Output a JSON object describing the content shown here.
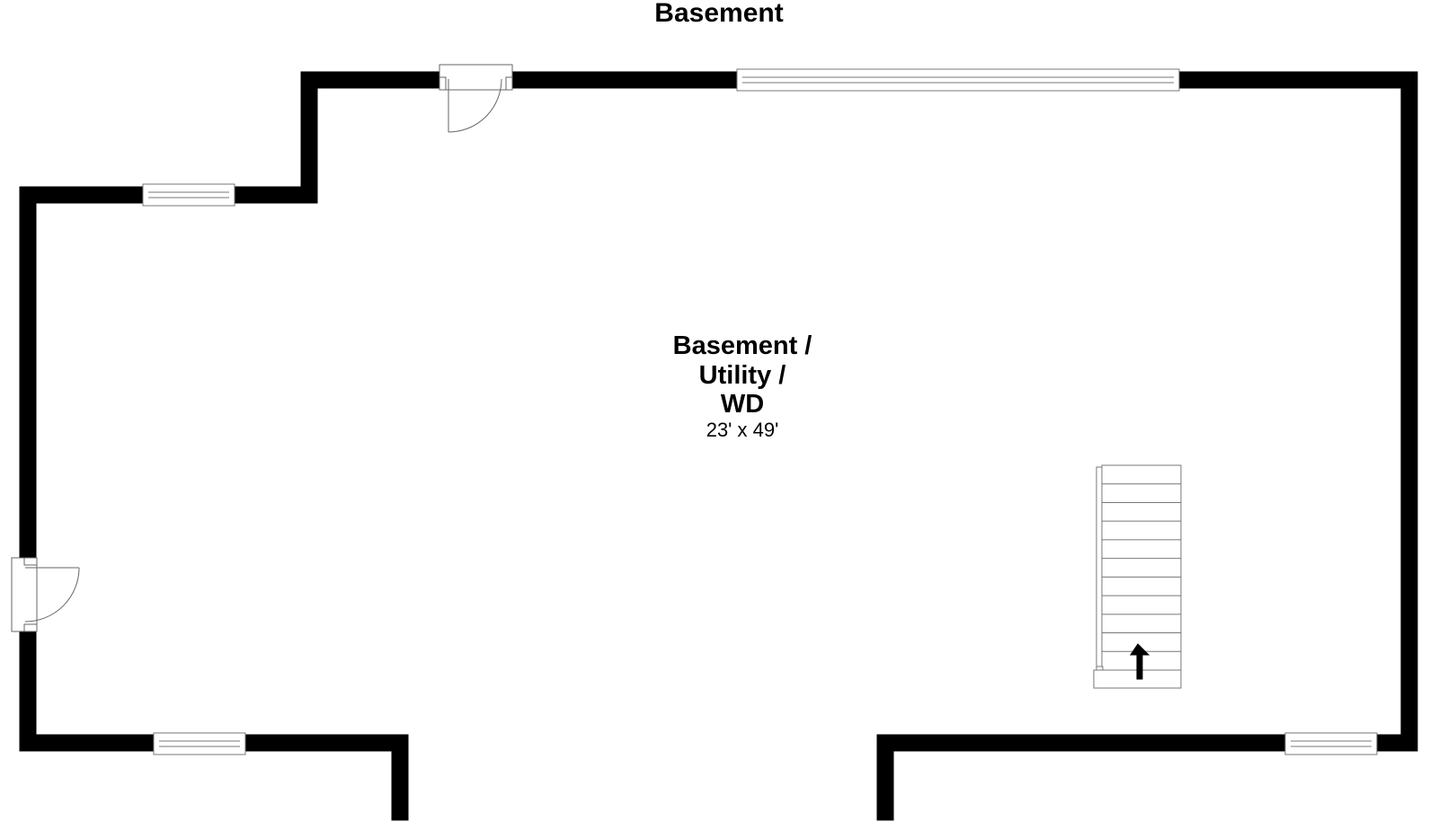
{
  "floor": {
    "title": "Basement"
  },
  "room": {
    "name_lines": [
      "Basement /",
      "Utility /",
      "WD"
    ],
    "dimensions": "23' x 49'"
  },
  "colors": {
    "wall": "#000000",
    "background": "#ffffff",
    "fixture_stroke": "#555555"
  },
  "stairs": {
    "direction": "up",
    "tread_count": 11
  }
}
